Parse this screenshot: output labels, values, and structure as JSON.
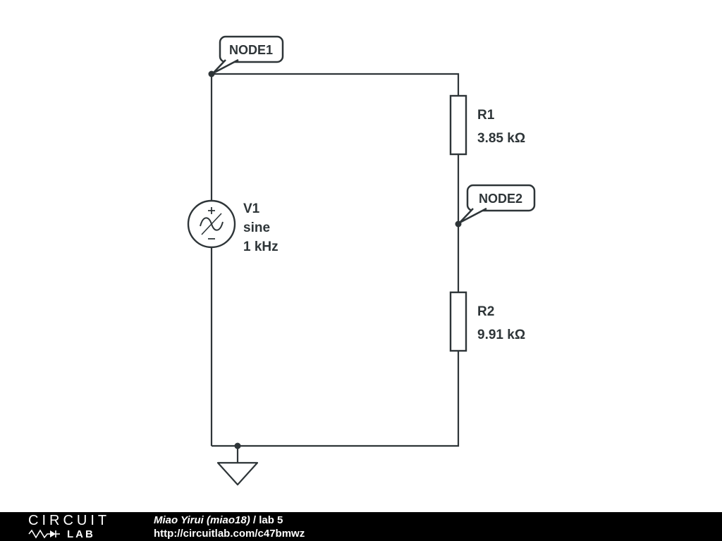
{
  "schematic": {
    "node1": {
      "label": "NODE1"
    },
    "node2": {
      "label": "NODE2"
    },
    "v1": {
      "name": "V1",
      "waveform": "sine",
      "frequency": "1 kHz"
    },
    "r1": {
      "name": "R1",
      "value": "3.85 kΩ"
    },
    "r2": {
      "name": "R2",
      "value": "9.91 kΩ"
    }
  },
  "footer": {
    "logo": {
      "line1": "CIRCUIT",
      "line2": "LAB"
    },
    "author": "Miao Yirui (miao18)",
    "separator": " / ",
    "title": "lab 5",
    "url": "http://circuitlab.com/c47bmwz"
  },
  "colors": {
    "schematic_stroke": "#2e3538",
    "footer_background": "#000000"
  }
}
